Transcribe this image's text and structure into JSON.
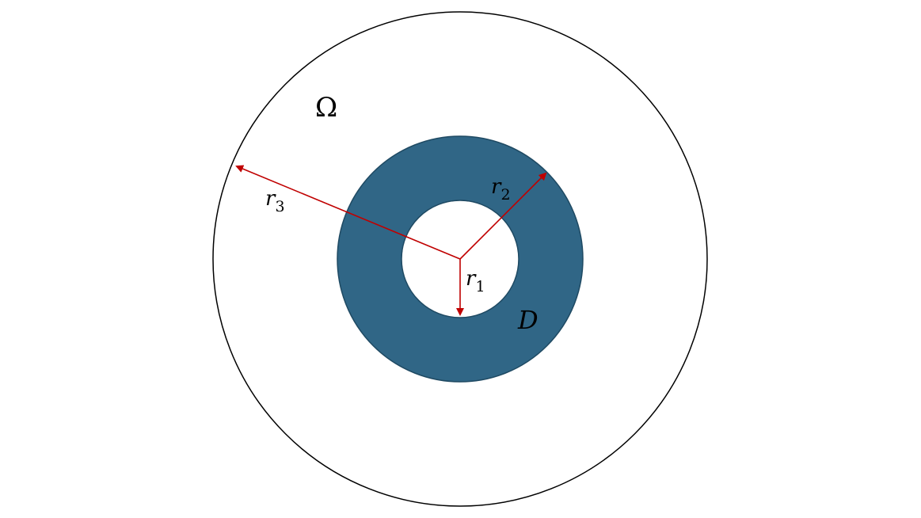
{
  "diagram": {
    "labels": {
      "omega": "Ω",
      "domain": "D",
      "r1_base": "r",
      "r1_sub": "1",
      "r2_base": "r",
      "r2_sub": "2",
      "r3_base": "r",
      "r3_sub": "3"
    },
    "colors": {
      "annulus_fill": "#306686",
      "annulus_stroke": "#1f4a63",
      "outer_stroke": "#000000",
      "arrow": "#c00000",
      "background": "#ffffff"
    }
  }
}
